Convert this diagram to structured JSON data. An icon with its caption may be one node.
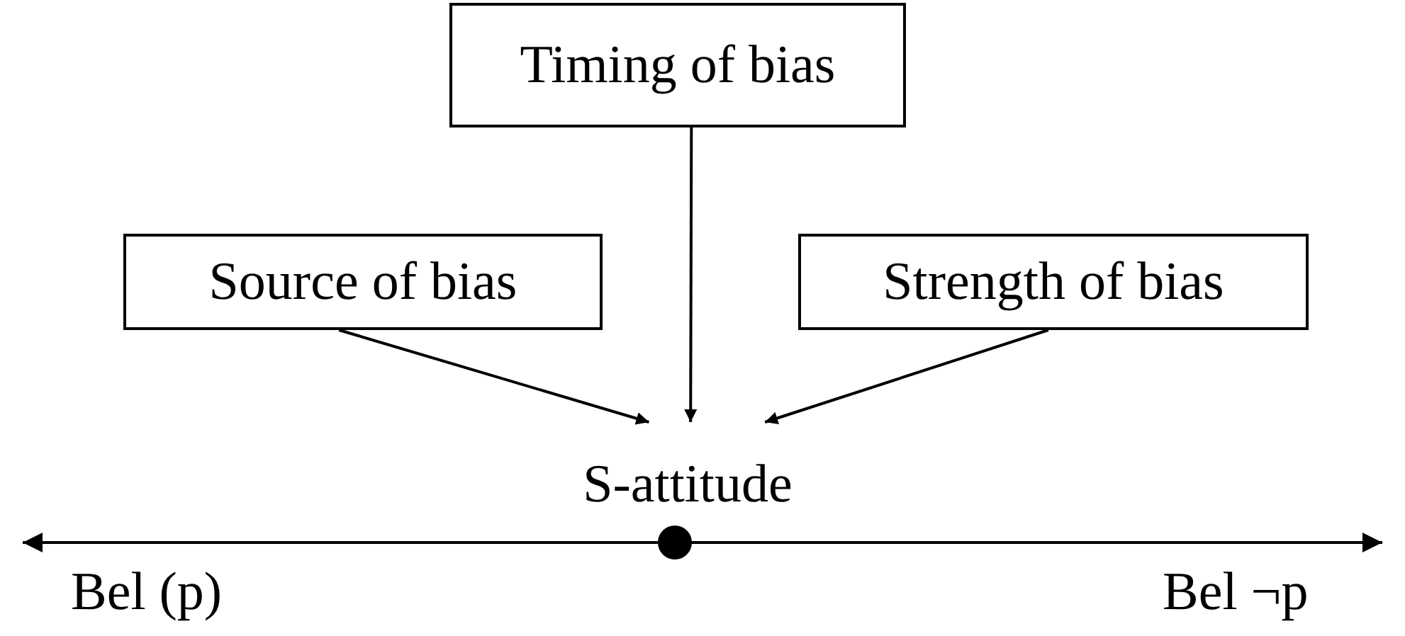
{
  "diagram": {
    "nodes": [
      {
        "text": [
          "Timing of bias"
        ]
      },
      {
        "text": [
          "Source of bias"
        ]
      },
      {
        "text": [
          "Strength of bias"
        ]
      },
      {
        "text": [
          "S-attitude"
        ]
      }
    ],
    "edges": [
      {
        "from": 0,
        "to": 3,
        "arrow": "to"
      },
      {
        "from": 1,
        "to": 3,
        "arrow": "to"
      },
      {
        "from": 2,
        "to": 3,
        "arrow": "to"
      }
    ],
    "labels": [
      "Bel (p)",
      "Bel ¬p"
    ]
  }
}
